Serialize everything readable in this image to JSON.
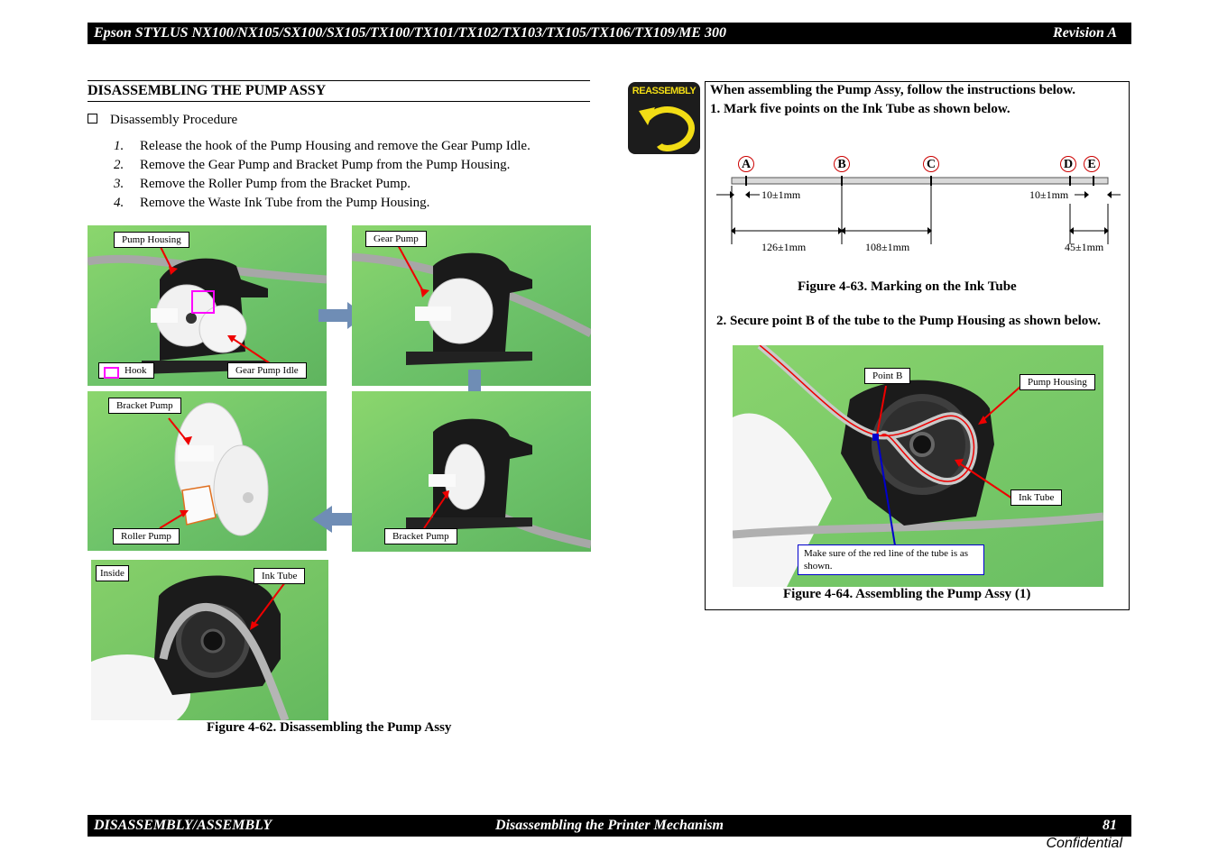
{
  "header": {
    "title": "Epson STYLUS NX100/NX105/SX100/SX105/TX100/TX101/TX102/TX103/TX105/TX106/TX109/ME 300",
    "revision": "Revision A"
  },
  "section": {
    "title": "DISASSEMBLING THE PUMP ASSY",
    "procedure_heading": "Disassembly Procedure",
    "steps": [
      {
        "num": "1.",
        "text": "Release the hook of the Pump Housing and remove the Gear Pump Idle."
      },
      {
        "num": "2.",
        "text": "Remove the Gear Pump and Bracket Pump from the Pump Housing."
      },
      {
        "num": "3.",
        "text": "Remove the Roller Pump from the Bracket Pump."
      },
      {
        "num": "4.",
        "text": "Remove the Waste Ink Tube from the Pump Housing."
      }
    ]
  },
  "figure62": {
    "caption": "Figure 4-62.  Disassembling the Pump Assy",
    "labels": {
      "pump_housing": "Pump Housing",
      "hook": "Hook",
      "gear_pump_idle": "Gear Pump Idle",
      "gear_pump": "Gear Pump",
      "bracket_pump_a": "Bracket Pump",
      "roller_pump": "Roller Pump",
      "bracket_pump_b": "Bracket Pump",
      "inside": "Inside",
      "ink_tube": "Ink Tube"
    }
  },
  "reassembly": {
    "icon_word": "REASSEMBLY",
    "intro": "When assembling the Pump Assy, follow the instructions below.",
    "step1": "1.    Mark five points on the Ink Tube as shown below.",
    "points": [
      "A",
      "B",
      "C",
      "D",
      "E"
    ],
    "dims": {
      "left_small": "10±1mm",
      "right_small": "10±1mm",
      "ab": "126±1mm",
      "bc": "108±1mm",
      "de": "45±1mm"
    },
    "fig63_caption": "Figure 4-63.  Marking on the Ink Tube",
    "step2": "2.   Secure point B of the tube to the Pump Housing as shown below.",
    "fig64_labels": {
      "point_b": "Point B",
      "pump_housing": "Pump Housing",
      "ink_tube": "Ink Tube",
      "note": "Make sure of the red line of the tube is as shown."
    },
    "fig64_caption": "Figure 4-64.  Assembling the Pump Assy (1)"
  },
  "footer": {
    "left": "DISASSEMBLY/ASSEMBLY",
    "center": "Disassembling the Printer Mechanism",
    "page": "81",
    "confidential": "Confidential"
  }
}
